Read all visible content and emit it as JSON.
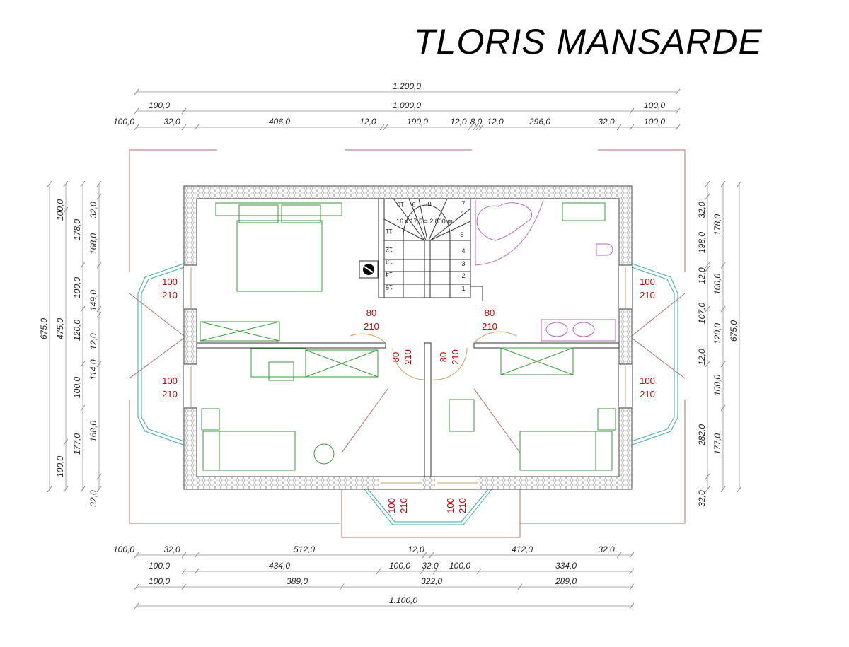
{
  "title": "TLORIS MANSARDE",
  "dimensions": {
    "top": [
      [
        "1.200,0"
      ],
      [
        "100,0",
        "1.000,0",
        "100,0"
      ],
      [
        "100,0",
        "32,0",
        "406,0",
        "12,0",
        "190,0",
        "12,0",
        "8,0",
        "12,0",
        "296,0",
        "32,0",
        "100,0"
      ]
    ],
    "bottom": [
      [
        "100,0",
        "32,0",
        "512,0",
        "12,0",
        "412,0",
        "32,0"
      ],
      [
        "100,0",
        "434,0",
        "100,0",
        "32,0",
        "100,0",
        "334,0"
      ],
      [
        "100,0",
        "389,0",
        "322,0",
        "289,0"
      ],
      [
        "1.100,0"
      ]
    ],
    "left": [
      [
        "675,0"
      ],
      [
        "100,0",
        "475,0",
        "100,0"
      ],
      [
        "178,0",
        "100,0",
        "120,0",
        "100,0",
        "177,0"
      ],
      [
        "32,0",
        "168,0",
        "149,0",
        "12,0",
        "114,0",
        "168,0",
        "32,0"
      ]
    ],
    "right": [
      [
        "32,0",
        "198,0",
        "12,0",
        "107,0",
        "12,0",
        "282,0",
        "32,0"
      ],
      [
        "178,0",
        "100,0",
        "120,0",
        "100,0",
        "177,0"
      ],
      [
        "675,0"
      ]
    ]
  },
  "doors": [
    {
      "w": "100",
      "h": "210"
    },
    {
      "w": "100",
      "h": "210"
    },
    {
      "w": "100",
      "h": "210"
    },
    {
      "w": "100",
      "h": "210"
    },
    {
      "w": "80",
      "h": "210"
    },
    {
      "w": "80",
      "h": "210"
    },
    {
      "w": "80",
      "h": "210"
    },
    {
      "w": "80",
      "h": "210"
    },
    {
      "w": "100",
      "h": "210"
    },
    {
      "w": "100",
      "h": "210"
    }
  ],
  "stairs": {
    "label": "16 x 17,5 = 2,800 m",
    "steps": [
      "1",
      "2",
      "3",
      "4",
      "5",
      "6",
      "7",
      "8",
      "9",
      "10",
      "11",
      "12",
      "13",
      "14",
      "15"
    ]
  },
  "colors": {
    "door_text": "#c00000",
    "furniture": "#3a9a3a",
    "sanitary": "#c060c0",
    "roof": "#b07070"
  }
}
